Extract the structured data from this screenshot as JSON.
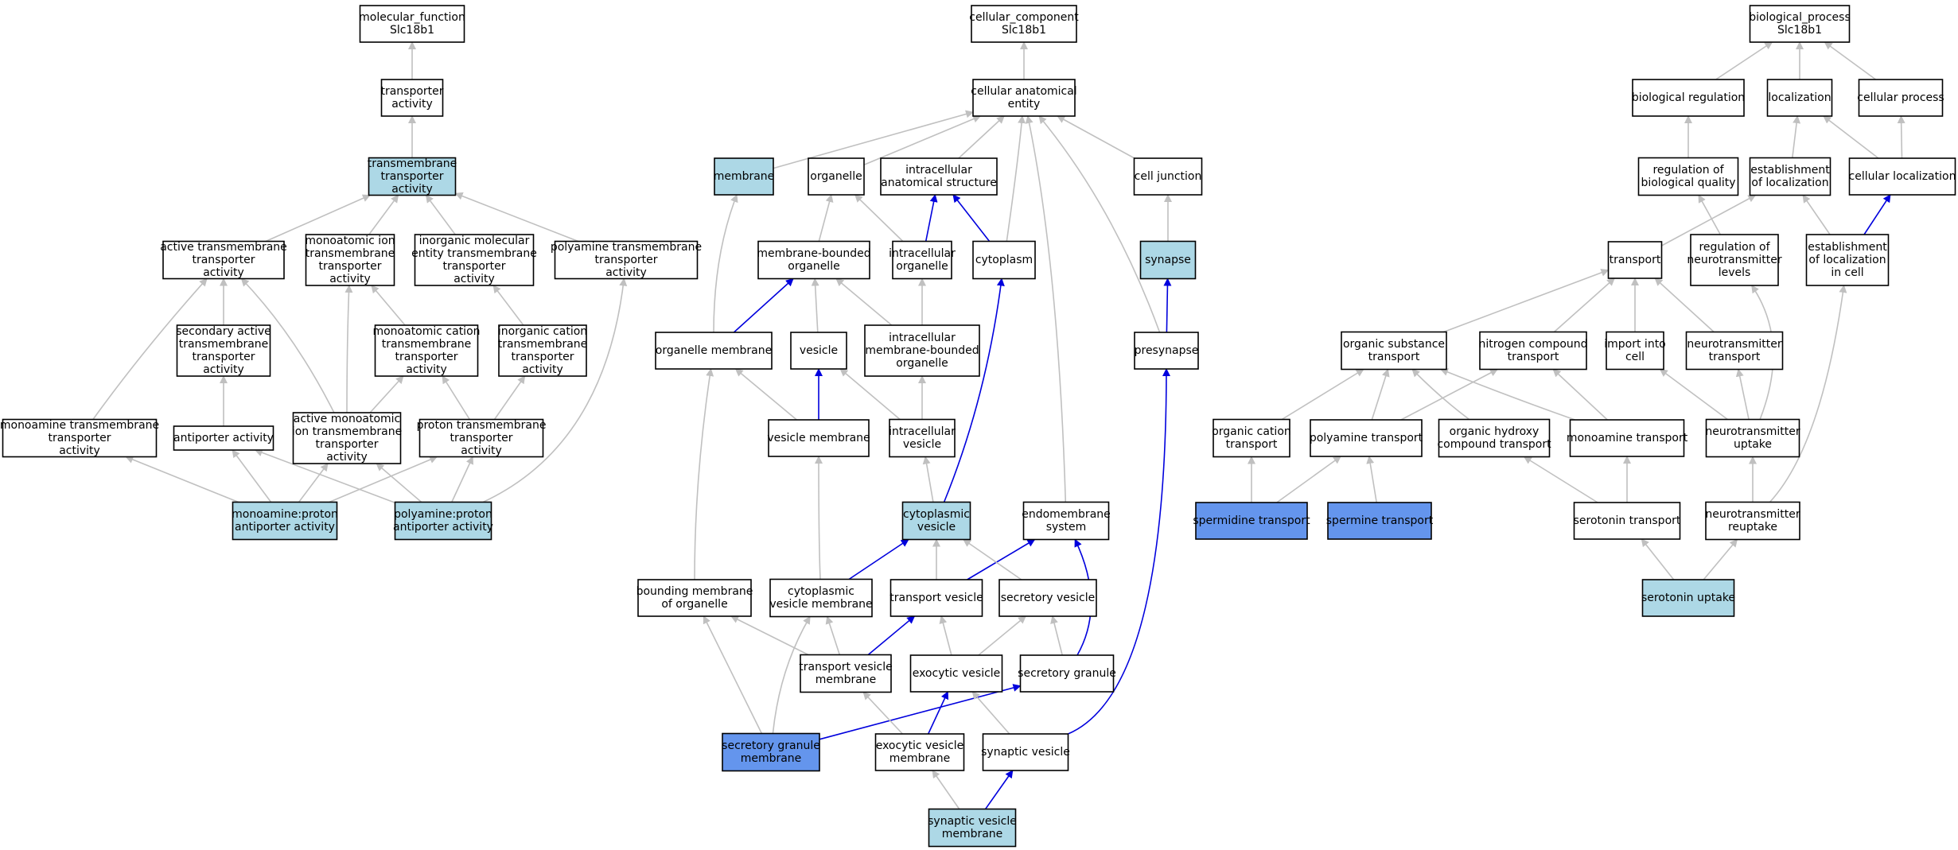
{
  "colors": {
    "default": "#ffffff",
    "light": "#add8e6",
    "dark": "#6495ed",
    "edge_gray": "#c0c0c0",
    "edge_blue": "#0000dd"
  },
  "nodes": [
    {
      "id": "mf",
      "lines": [
        "molecular_function",
        "Slc18b1"
      ],
      "fill": "default"
    },
    {
      "id": "ta",
      "lines": [
        "transporter",
        "activity"
      ],
      "fill": "default"
    },
    {
      "id": "tta",
      "lines": [
        "transmembrane",
        "transporter",
        "activity"
      ],
      "fill": "light"
    },
    {
      "id": "atta",
      "lines": [
        "active transmembrane",
        "transporter",
        "activity"
      ],
      "fill": "default"
    },
    {
      "id": "mitta",
      "lines": [
        "monoatomic ion",
        "transmembrane",
        "transporter",
        "activity"
      ],
      "fill": "default"
    },
    {
      "id": "imetta",
      "lines": [
        "inorganic molecular",
        "entity transmembrane",
        "transporter",
        "activity"
      ],
      "fill": "default"
    },
    {
      "id": "ptta",
      "lines": [
        "polyamine transmembrane",
        "transporter",
        "activity"
      ],
      "fill": "default"
    },
    {
      "id": "satta",
      "lines": [
        "secondary active",
        "transmembrane",
        "transporter",
        "activity"
      ],
      "fill": "default"
    },
    {
      "id": "mctta",
      "lines": [
        "monoatomic cation",
        "transmembrane",
        "transporter",
        "activity"
      ],
      "fill": "default"
    },
    {
      "id": "ictta",
      "lines": [
        "inorganic cation",
        "transmembrane",
        "transporter",
        "activity"
      ],
      "fill": "default"
    },
    {
      "id": "motta",
      "lines": [
        "monoamine transmembrane",
        "transporter",
        "activity"
      ],
      "fill": "default"
    },
    {
      "id": "aa",
      "lines": [
        "antiporter activity"
      ],
      "fill": "default"
    },
    {
      "id": "amitta",
      "lines": [
        "active monoatomic",
        "ion transmembrane",
        "transporter",
        "activity"
      ],
      "fill": "default"
    },
    {
      "id": "prtta",
      "lines": [
        "proton transmembrane",
        "transporter",
        "activity"
      ],
      "fill": "default"
    },
    {
      "id": "mpaa",
      "lines": [
        "monoamine:proton",
        "antiporter activity"
      ],
      "fill": "light"
    },
    {
      "id": "ppaa",
      "lines": [
        "polyamine:proton",
        "antiporter activity"
      ],
      "fill": "light"
    },
    {
      "id": "cc",
      "lines": [
        "cellular_component",
        "Slc18b1"
      ],
      "fill": "default"
    },
    {
      "id": "cae",
      "lines": [
        "cellular anatomical",
        "entity"
      ],
      "fill": "default"
    },
    {
      "id": "mem",
      "lines": [
        "membrane"
      ],
      "fill": "light"
    },
    {
      "id": "org",
      "lines": [
        "organelle"
      ],
      "fill": "default"
    },
    {
      "id": "ias",
      "lines": [
        "intracellular",
        "anatomical structure"
      ],
      "fill": "default"
    },
    {
      "id": "cj",
      "lines": [
        "cell junction"
      ],
      "fill": "default"
    },
    {
      "id": "mbo",
      "lines": [
        "membrane-bounded",
        "organelle"
      ],
      "fill": "default"
    },
    {
      "id": "io",
      "lines": [
        "intracellular",
        "organelle"
      ],
      "fill": "default"
    },
    {
      "id": "cyto",
      "lines": [
        "cytoplasm"
      ],
      "fill": "default"
    },
    {
      "id": "syn",
      "lines": [
        "synapse"
      ],
      "fill": "light"
    },
    {
      "id": "om",
      "lines": [
        "organelle membrane"
      ],
      "fill": "default"
    },
    {
      "id": "ves",
      "lines": [
        "vesicle"
      ],
      "fill": "default"
    },
    {
      "id": "imbo",
      "lines": [
        "intracellular",
        "membrane-bounded",
        "organelle"
      ],
      "fill": "default"
    },
    {
      "id": "pre",
      "lines": [
        "presynapse"
      ],
      "fill": "default"
    },
    {
      "id": "vm",
      "lines": [
        "vesicle membrane"
      ],
      "fill": "default"
    },
    {
      "id": "iv",
      "lines": [
        "intracellular",
        "vesicle"
      ],
      "fill": "default"
    },
    {
      "id": "cv",
      "lines": [
        "cytoplasmic",
        "vesicle"
      ],
      "fill": "light"
    },
    {
      "id": "es",
      "lines": [
        "endomembrane",
        "system"
      ],
      "fill": "default"
    },
    {
      "id": "bmo",
      "lines": [
        "bounding membrane",
        "of organelle"
      ],
      "fill": "default"
    },
    {
      "id": "cvm",
      "lines": [
        "cytoplasmic",
        "vesicle membrane"
      ],
      "fill": "default"
    },
    {
      "id": "tv",
      "lines": [
        "transport vesicle"
      ],
      "fill": "default"
    },
    {
      "id": "sv",
      "lines": [
        "secretory vesicle"
      ],
      "fill": "default"
    },
    {
      "id": "tvm",
      "lines": [
        "transport vesicle",
        "membrane"
      ],
      "fill": "default"
    },
    {
      "id": "ev",
      "lines": [
        "exocytic vesicle"
      ],
      "fill": "default"
    },
    {
      "id": "sg",
      "lines": [
        "secretory granule"
      ],
      "fill": "default"
    },
    {
      "id": "sgm",
      "lines": [
        "secretory granule",
        "membrane"
      ],
      "fill": "dark"
    },
    {
      "id": "evm",
      "lines": [
        "exocytic vesicle",
        "membrane"
      ],
      "fill": "default"
    },
    {
      "id": "synv",
      "lines": [
        "synaptic vesicle"
      ],
      "fill": "default"
    },
    {
      "id": "svm",
      "lines": [
        "synaptic vesicle",
        "membrane"
      ],
      "fill": "light"
    },
    {
      "id": "bp",
      "lines": [
        "biological_process",
        "Slc18b1"
      ],
      "fill": "default"
    },
    {
      "id": "br",
      "lines": [
        "biological regulation"
      ],
      "fill": "default"
    },
    {
      "id": "loc",
      "lines": [
        "localization"
      ],
      "fill": "default"
    },
    {
      "id": "cp",
      "lines": [
        "cellular process"
      ],
      "fill": "default"
    },
    {
      "id": "rbq",
      "lines": [
        "regulation of",
        "biological quality"
      ],
      "fill": "default"
    },
    {
      "id": "eol",
      "lines": [
        "establishment",
        "of localization"
      ],
      "fill": "default"
    },
    {
      "id": "cl",
      "lines": [
        "cellular localization"
      ],
      "fill": "default"
    },
    {
      "id": "tr",
      "lines": [
        "transport"
      ],
      "fill": "default"
    },
    {
      "id": "rnl",
      "lines": [
        "regulation of",
        "neurotransmitter",
        "levels"
      ],
      "fill": "default"
    },
    {
      "id": "eolc",
      "lines": [
        "establishment",
        "of localization",
        "in cell"
      ],
      "fill": "default"
    },
    {
      "id": "ost",
      "lines": [
        "organic substance",
        "transport"
      ],
      "fill": "default"
    },
    {
      "id": "nct",
      "lines": [
        "nitrogen compound",
        "transport"
      ],
      "fill": "default"
    },
    {
      "id": "iic",
      "lines": [
        "import into",
        "cell"
      ],
      "fill": "default"
    },
    {
      "id": "nt",
      "lines": [
        "neurotransmitter",
        "transport"
      ],
      "fill": "default"
    },
    {
      "id": "oct",
      "lines": [
        "organic cation",
        "transport"
      ],
      "fill": "default"
    },
    {
      "id": "pt",
      "lines": [
        "polyamine transport"
      ],
      "fill": "default"
    },
    {
      "id": "ohct",
      "lines": [
        "organic hydroxy",
        "compound transport"
      ],
      "fill": "default"
    },
    {
      "id": "mt",
      "lines": [
        "monoamine transport"
      ],
      "fill": "default"
    },
    {
      "id": "nu",
      "lines": [
        "neurotransmitter",
        "uptake"
      ],
      "fill": "default"
    },
    {
      "id": "spdt",
      "lines": [
        "spermidine transport"
      ],
      "fill": "dark"
    },
    {
      "id": "spmt",
      "lines": [
        "spermine transport"
      ],
      "fill": "dark"
    },
    {
      "id": "st",
      "lines": [
        "serotonin transport"
      ],
      "fill": "default"
    },
    {
      "id": "nr",
      "lines": [
        "neurotransmitter",
        "reuptake"
      ],
      "fill": "default"
    },
    {
      "id": "su",
      "lines": [
        "serotonin uptake"
      ],
      "fill": "light"
    }
  ],
  "edges": [
    {
      "from": "ta",
      "to": "mf",
      "color": "gray"
    },
    {
      "from": "tta",
      "to": "ta",
      "color": "gray"
    },
    {
      "from": "atta",
      "to": "tta",
      "color": "gray"
    },
    {
      "from": "mitta",
      "to": "tta",
      "color": "gray"
    },
    {
      "from": "imetta",
      "to": "tta",
      "color": "gray"
    },
    {
      "from": "ptta",
      "to": "tta",
      "color": "gray"
    },
    {
      "from": "satta",
      "to": "atta",
      "color": "gray"
    },
    {
      "from": "motta",
      "to": "atta",
      "color": "gray"
    },
    {
      "from": "amitta",
      "to": "atta",
      "color": "gray"
    },
    {
      "from": "amitta",
      "to": "mitta",
      "color": "gray"
    },
    {
      "from": "mctta",
      "to": "mitta",
      "color": "gray"
    },
    {
      "from": "ictta",
      "to": "imetta",
      "color": "gray"
    },
    {
      "from": "aa",
      "to": "satta",
      "color": "gray"
    },
    {
      "from": "amitta",
      "to": "mctta",
      "color": "gray"
    },
    {
      "from": "prtta",
      "to": "mctta",
      "color": "gray"
    },
    {
      "from": "prtta",
      "to": "ictta",
      "color": "gray"
    },
    {
      "from": "mpaa",
      "to": "motta",
      "color": "gray"
    },
    {
      "from": "mpaa",
      "to": "aa",
      "color": "gray"
    },
    {
      "from": "mpaa",
      "to": "amitta",
      "color": "gray"
    },
    {
      "from": "mpaa",
      "to": "prtta",
      "color": "gray"
    },
    {
      "from": "ppaa",
      "to": "aa",
      "color": "gray"
    },
    {
      "from": "ppaa",
      "to": "amitta",
      "color": "gray"
    },
    {
      "from": "ppaa",
      "to": "prtta",
      "color": "gray"
    },
    {
      "from": "ppaa",
      "to": "ptta",
      "color": "gray"
    },
    {
      "from": "cae",
      "to": "cc",
      "color": "gray"
    },
    {
      "from": "mem",
      "to": "cae",
      "color": "gray"
    },
    {
      "from": "org",
      "to": "cae",
      "color": "gray"
    },
    {
      "from": "ias",
      "to": "cae",
      "color": "gray"
    },
    {
      "from": "cj",
      "to": "cae",
      "color": "gray"
    },
    {
      "from": "cyto",
      "to": "cae",
      "color": "gray"
    },
    {
      "from": "pre",
      "to": "cae",
      "color": "gray"
    },
    {
      "from": "es",
      "to": "cae",
      "color": "gray"
    },
    {
      "from": "mbo",
      "to": "org",
      "color": "gray"
    },
    {
      "from": "io",
      "to": "org",
      "color": "gray"
    },
    {
      "from": "io",
      "to": "ias",
      "color": "blue"
    },
    {
      "from": "cyto",
      "to": "ias",
      "color": "blue"
    },
    {
      "from": "syn",
      "to": "cj",
      "color": "gray"
    },
    {
      "from": "om",
      "to": "mem",
      "color": "gray"
    },
    {
      "from": "om",
      "to": "mbo",
      "color": "blue"
    },
    {
      "from": "ves",
      "to": "mbo",
      "color": "gray"
    },
    {
      "from": "imbo",
      "to": "mbo",
      "color": "gray"
    },
    {
      "from": "imbo",
      "to": "io",
      "color": "gray"
    },
    {
      "from": "pre",
      "to": "syn",
      "color": "blue"
    },
    {
      "from": "vm",
      "to": "om",
      "color": "gray"
    },
    {
      "from": "vm",
      "to": "ves",
      "color": "blue"
    },
    {
      "from": "iv",
      "to": "ves",
      "color": "gray"
    },
    {
      "from": "iv",
      "to": "imbo",
      "color": "gray"
    },
    {
      "from": "cv",
      "to": "iv",
      "color": "gray"
    },
    {
      "from": "cv",
      "to": "cyto",
      "color": "blue"
    },
    {
      "from": "bmo",
      "to": "om",
      "color": "gray"
    },
    {
      "from": "cvm",
      "to": "vm",
      "color": "gray"
    },
    {
      "from": "cvm",
      "to": "cv",
      "color": "blue"
    },
    {
      "from": "tv",
      "to": "cv",
      "color": "gray"
    },
    {
      "from": "tv",
      "to": "es",
      "color": "blue"
    },
    {
      "from": "sv",
      "to": "cv",
      "color": "gray"
    },
    {
      "from": "tvm",
      "to": "bmo",
      "color": "gray"
    },
    {
      "from": "tvm",
      "to": "cvm",
      "color": "gray"
    },
    {
      "from": "tvm",
      "to": "tv",
      "color": "blue"
    },
    {
      "from": "ev",
      "to": "tv",
      "color": "gray"
    },
    {
      "from": "ev",
      "to": "sv",
      "color": "gray"
    },
    {
      "from": "sg",
      "to": "sv",
      "color": "gray"
    },
    {
      "from": "sg",
      "to": "es",
      "color": "blue"
    },
    {
      "from": "sgm",
      "to": "bmo",
      "color": "gray"
    },
    {
      "from": "sgm",
      "to": "cvm",
      "color": "gray"
    },
    {
      "from": "sgm",
      "to": "sg",
      "color": "blue"
    },
    {
      "from": "evm",
      "to": "tvm",
      "color": "gray"
    },
    {
      "from": "evm",
      "to": "ev",
      "color": "blue"
    },
    {
      "from": "synv",
      "to": "ev",
      "color": "gray"
    },
    {
      "from": "synv",
      "to": "pre",
      "color": "blue"
    },
    {
      "from": "svm",
      "to": "evm",
      "color": "gray"
    },
    {
      "from": "svm",
      "to": "synv",
      "color": "blue"
    },
    {
      "from": "br",
      "to": "bp",
      "color": "gray"
    },
    {
      "from": "loc",
      "to": "bp",
      "color": "gray"
    },
    {
      "from": "cp",
      "to": "bp",
      "color": "gray"
    },
    {
      "from": "rbq",
      "to": "br",
      "color": "gray"
    },
    {
      "from": "eol",
      "to": "loc",
      "color": "gray"
    },
    {
      "from": "cl",
      "to": "loc",
      "color": "gray"
    },
    {
      "from": "cl",
      "to": "cp",
      "color": "gray"
    },
    {
      "from": "tr",
      "to": "eol",
      "color": "gray"
    },
    {
      "from": "rnl",
      "to": "rbq",
      "color": "gray"
    },
    {
      "from": "eolc",
      "to": "eol",
      "color": "gray"
    },
    {
      "from": "eolc",
      "to": "cl",
      "color": "blue"
    },
    {
      "from": "ost",
      "to": "tr",
      "color": "gray"
    },
    {
      "from": "nct",
      "to": "tr",
      "color": "gray"
    },
    {
      "from": "iic",
      "to": "tr",
      "color": "gray"
    },
    {
      "from": "nt",
      "to": "tr",
      "color": "gray"
    },
    {
      "from": "oct",
      "to": "ost",
      "color": "gray"
    },
    {
      "from": "pt",
      "to": "ost",
      "color": "gray"
    },
    {
      "from": "pt",
      "to": "nct",
      "color": "gray"
    },
    {
      "from": "ohct",
      "to": "ost",
      "color": "gray"
    },
    {
      "from": "mt",
      "to": "ost",
      "color": "gray"
    },
    {
      "from": "mt",
      "to": "nct",
      "color": "gray"
    },
    {
      "from": "nu",
      "to": "iic",
      "color": "gray"
    },
    {
      "from": "nu",
      "to": "nt",
      "color": "gray"
    },
    {
      "from": "nu",
      "to": "rnl",
      "color": "gray"
    },
    {
      "from": "spdt",
      "to": "oct",
      "color": "gray"
    },
    {
      "from": "spdt",
      "to": "pt",
      "color": "gray"
    },
    {
      "from": "spmt",
      "to": "pt",
      "color": "gray"
    },
    {
      "from": "st",
      "to": "ohct",
      "color": "gray"
    },
    {
      "from": "st",
      "to": "mt",
      "color": "gray"
    },
    {
      "from": "nr",
      "to": "nu",
      "color": "gray"
    },
    {
      "from": "nr",
      "to": "eolc",
      "color": "gray"
    },
    {
      "from": "su",
      "to": "st",
      "color": "gray"
    },
    {
      "from": "su",
      "to": "nr",
      "color": "gray"
    }
  ]
}
